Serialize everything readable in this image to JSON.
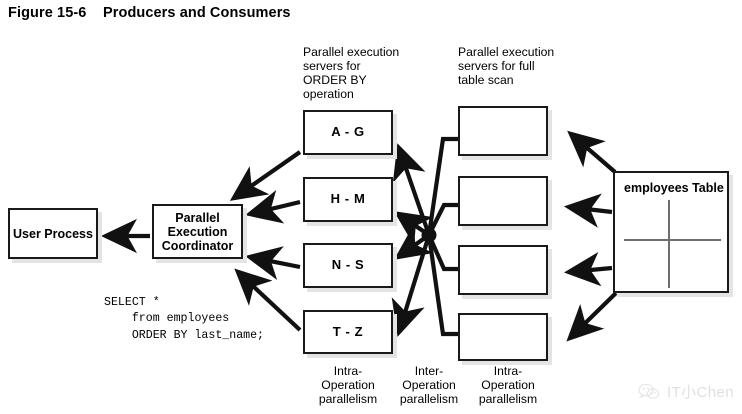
{
  "figure": {
    "title": "Figure 15-6    Producers and Consumers"
  },
  "labels": {
    "order_by_servers": "Parallel execution\nservers for\nORDER BY\noperation",
    "full_scan_servers": "Parallel execution\nservers for full\ntable scan"
  },
  "left_nodes": {
    "user_process": "User\nProcess",
    "coordinator": "Parallel\nExecution\nCoordinator"
  },
  "sql": {
    "text": "SELECT *\n    from employees\n    ORDER BY last_name;"
  },
  "producer_boxes": [
    {
      "label": "A - G"
    },
    {
      "label": "H - M"
    },
    {
      "label": "N - S"
    },
    {
      "label": "T - Z"
    }
  ],
  "consumer_boxes": [
    {
      "label": ""
    },
    {
      "label": ""
    },
    {
      "label": ""
    },
    {
      "label": ""
    }
  ],
  "source_table": {
    "label": "employees Table"
  },
  "bottom_labels": [
    "Intra-\nOperation\nparallelism",
    "Inter-\nOperation\nparallelism",
    "Intra-\nOperation\nparallelism"
  ],
  "watermark": {
    "text": "IT小Chen"
  },
  "colors": {
    "stroke": "#1a1a1a",
    "shadow": "#e4e4e4",
    "text": "#000000",
    "table_rule": "#6e6e6e",
    "watermark": "#b4b4b4"
  }
}
